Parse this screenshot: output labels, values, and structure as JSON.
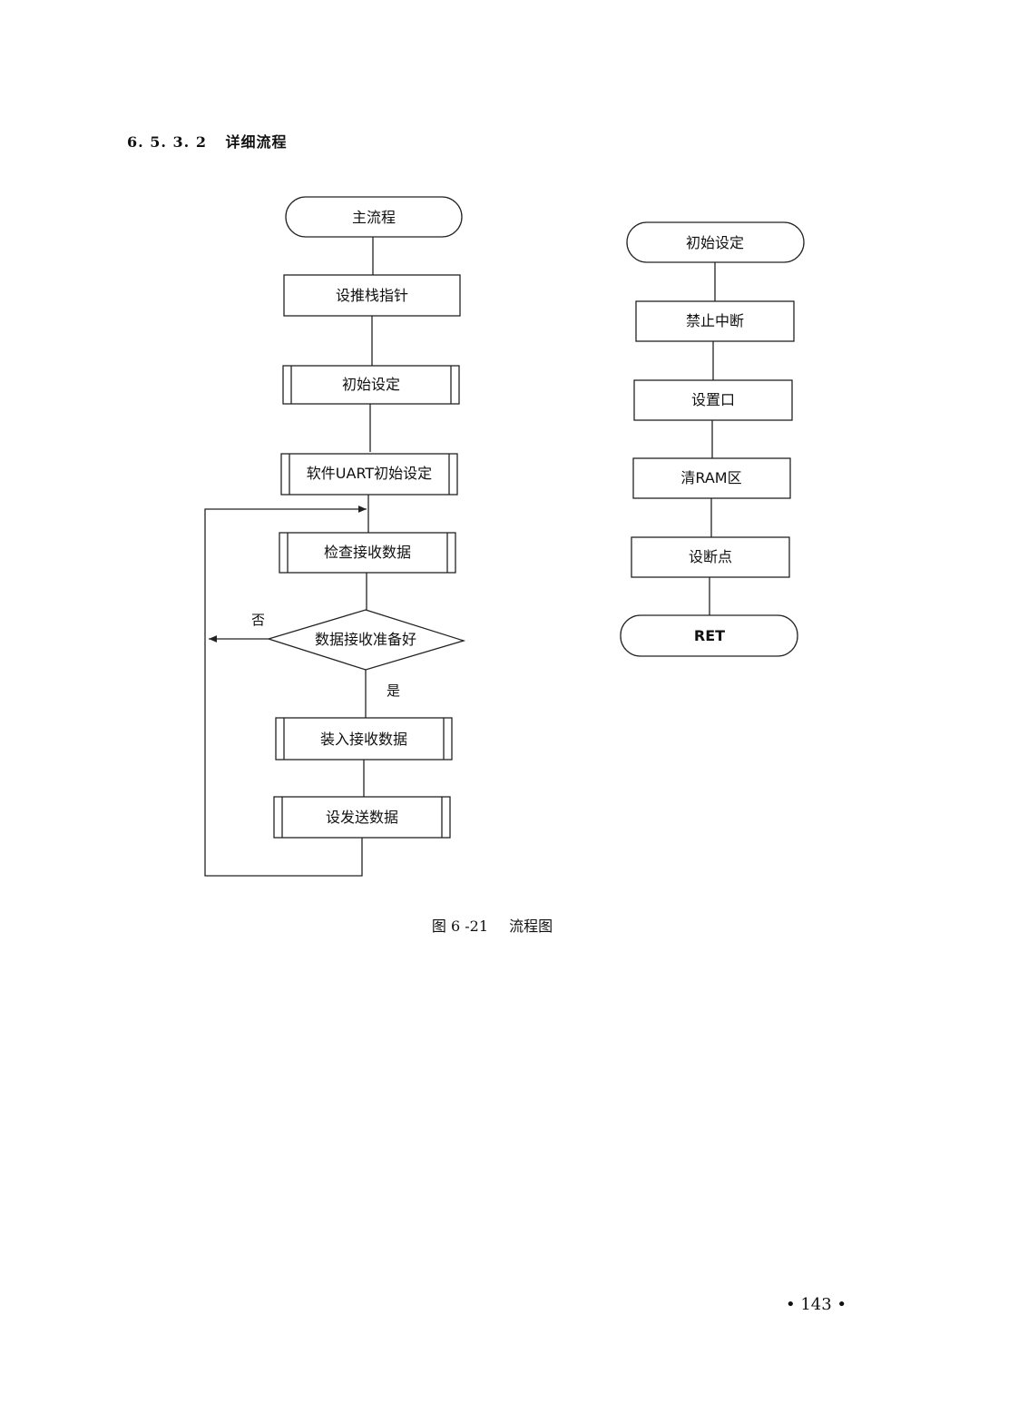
{
  "heading": {
    "number": "6. 5. 3. 2",
    "title": "详细流程"
  },
  "main_flow": {
    "start": "主流程",
    "steps": [
      "设推栈指针",
      "初始设定",
      "软件UART初始设定",
      "检查接收数据"
    ],
    "decision": "数据接收准备好",
    "no_label": "否",
    "yes_label": "是",
    "after_steps": [
      "装入接收数据",
      "设发送数据"
    ]
  },
  "init_flow": {
    "start": "初始设定",
    "steps": [
      "禁止中断",
      "设置口",
      "清RAM区",
      "设断点"
    ],
    "end": "RET"
  },
  "caption": {
    "number": "图 6 -21",
    "title": "流程图"
  },
  "page_number": "• 143 •"
}
